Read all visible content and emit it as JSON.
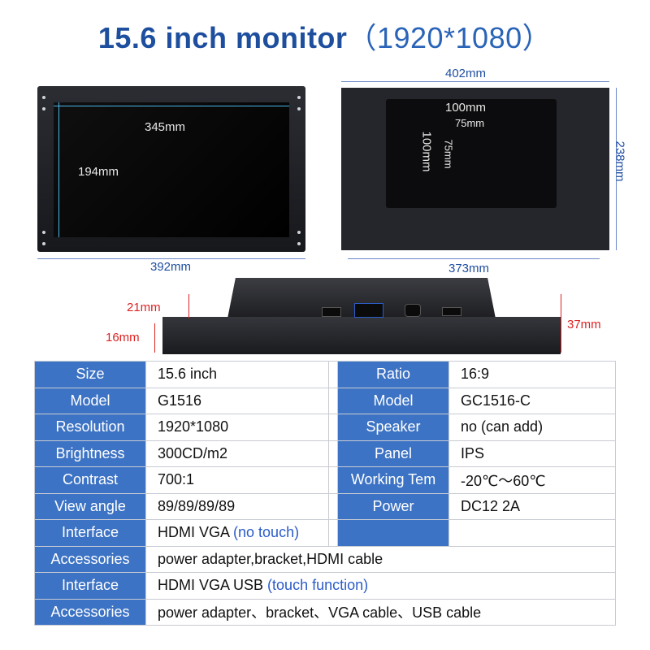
{
  "title": {
    "main": "15.6 inch monitor",
    "res": "（1920*1080）"
  },
  "front": {
    "width": "345mm",
    "height": "194mm",
    "outer_width": "392mm"
  },
  "back": {
    "top_width": "402mm",
    "height": "238mm",
    "bottom_width": "373mm",
    "vesa_outer_h": "100mm",
    "vesa_inner_h": "75mm",
    "vesa_outer_v": "100mm",
    "vesa_inner_v": "75mm"
  },
  "side": {
    "top_thick": "21mm",
    "base_thick": "16mm",
    "total": "37mm"
  },
  "table": {
    "rows": [
      {
        "l1": "Size",
        "v1": "15.6 inch",
        "l2": "Ratio",
        "v2": "16:9"
      },
      {
        "l1": "Model",
        "v1": "G1516",
        "l2": "Model",
        "v2": "GC1516-C"
      },
      {
        "l1": "Resolution",
        "v1": "1920*1080",
        "l2": "Speaker",
        "v2": "no (can add)"
      },
      {
        "l1": "Brightness",
        "v1": "300CD/m2",
        "l2": "Panel",
        "v2": "IPS"
      },
      {
        "l1": "Contrast",
        "v1": "700:1",
        "l2": "Working Tem",
        "v2": "-20℃～60℃"
      },
      {
        "l1": "View angle",
        "v1": "89/89/89/89",
        "l2": "Power",
        "v2": "DC12   2A"
      }
    ],
    "interface1": {
      "label": "Interface",
      "value": "HDMI  VGA",
      "note": "(no touch)"
    },
    "accessories1": {
      "label": "Accessories",
      "value": "power adapter,bracket,HDMI cable"
    },
    "interface2": {
      "label": "Interface",
      "value": "HDMI  VGA  USB",
      "note": "(touch function)"
    },
    "accessories2": {
      "label": "Accessories",
      "value": "power adapter、bracket、VGA cable、USB cable"
    }
  },
  "colors": {
    "label_bg": "#3d73c4",
    "title": "#1e4f9e",
    "note": "#2b5cc8",
    "dim_red": "#dd2222"
  }
}
